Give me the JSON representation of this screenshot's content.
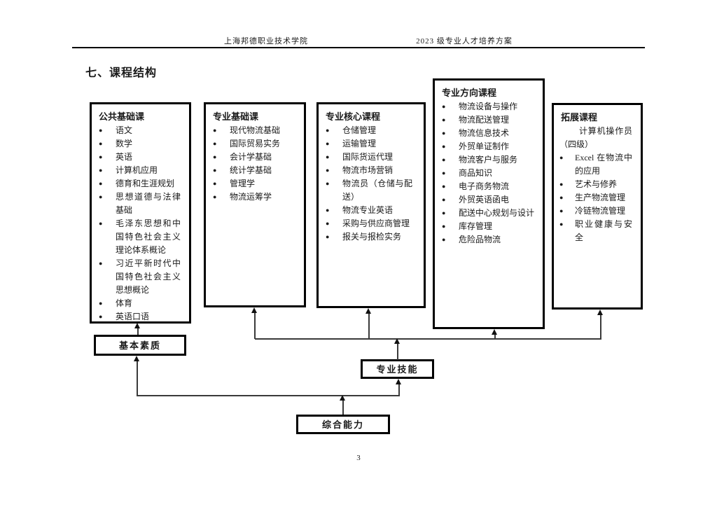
{
  "header": {
    "school": "上海邦德职业技术学院",
    "plan": "2023 级专业人才培养方案"
  },
  "section_title": "七、课程结构",
  "icons": {
    "bullet": "●"
  },
  "colors": {
    "border": "#000000",
    "connector": "#3a3a3a",
    "text": "#1a1a1a",
    "background": "#ffffff"
  },
  "course_boxes": [
    {
      "heading": "公共基础课",
      "items": [
        "语文",
        "数学",
        "英语",
        "计算机应用",
        "德育和生涯规划",
        "思想道德与法律基础",
        "毛泽东思想和中国特色社会主义理论体系概论",
        "习近平新时代中国特色社会主义思想概论",
        "体育",
        "英语口语"
      ]
    },
    {
      "heading": "专业基础课",
      "items": [
        "现代物流基础",
        "国际贸易实务",
        "会计学基础",
        "统计学基础",
        "管理学",
        "物流运筹学"
      ]
    },
    {
      "heading": "专业核心课程",
      "items": [
        "仓储管理",
        "运输管理",
        "国际货运代理",
        "物流市场营销",
        "物流员（仓储与配送）",
        "物流专业英语",
        "采购与供应商管理",
        "报关与报检实务"
      ]
    },
    {
      "heading": "专业方向课程",
      "items": [
        "物流设备与操作",
        "物流配送管理",
        "物流信息技术",
        "外贸单证制作",
        "物流客户与服务",
        "商品知识",
        "电子商务物流",
        "外贸英语函电",
        "配送中心规划与设计",
        "库存管理",
        "危险品物流"
      ]
    },
    {
      "heading": "拓展课程",
      "intro": "计算机操作员（四级）",
      "items": [
        "Excel 在物流中的应用",
        "艺术与修养",
        "生产物流管理",
        "冷链物流管理",
        "职业健康与安全"
      ]
    }
  ],
  "flow_boxes": {
    "basic": "基本素质",
    "skill": "专业技能",
    "comprehensive": "综合能力"
  },
  "page_number": "3"
}
